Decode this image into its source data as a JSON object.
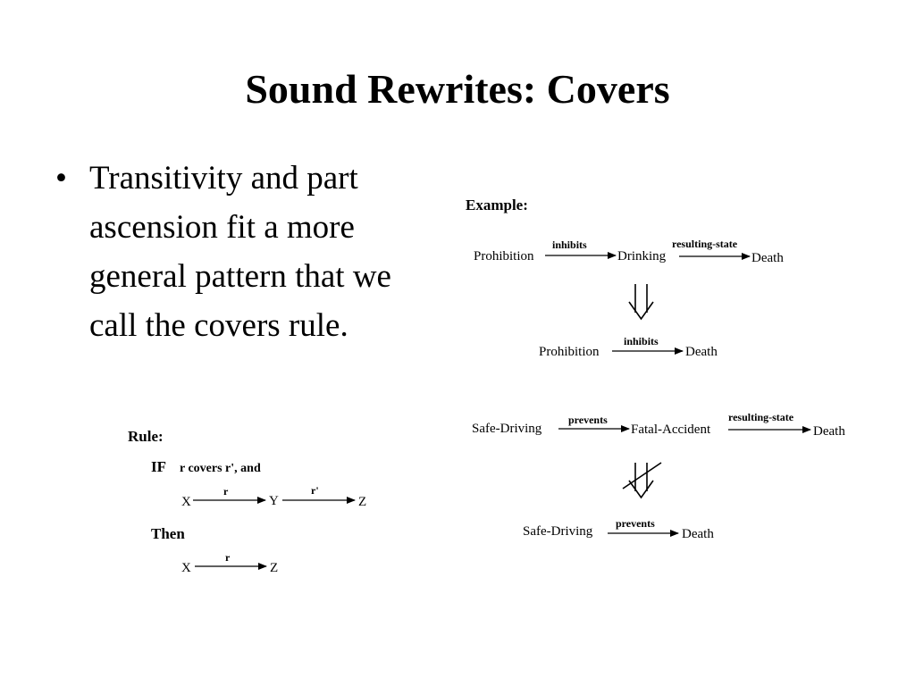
{
  "slide": {
    "title": "Sound Rewrites: Covers",
    "bullets": [
      "Transitivity and part ascension fit a more general pattern that we call the covers rule."
    ]
  },
  "example": {
    "heading": "Example:",
    "ex1": {
      "n1": "Prohibition",
      "r1": "inhibits",
      "n2": "Drinking",
      "r2": "resulting-state",
      "n3": "Death"
    },
    "res1": {
      "n1": "Prohibition",
      "r1": "inhibits",
      "n2": "Death"
    },
    "ex2": {
      "n1": "Safe-Driving",
      "r1": "prevents",
      "n2": "Fatal-Accident",
      "r2": "resulting-state",
      "n3": "Death"
    },
    "res2": {
      "n1": "Safe-Driving",
      "r1": "prevents",
      "n2": "Death"
    }
  },
  "rule": {
    "heading": "Rule:",
    "if_keyword": "IF",
    "if_text": "r covers r', and",
    "premise": {
      "n1": "X",
      "r1": "r",
      "n2": "Y",
      "r2": "r'",
      "n3": "Z"
    },
    "then_keyword": "Then",
    "conclusion": {
      "n1": "X",
      "r1": "r",
      "n2": "Z"
    }
  }
}
